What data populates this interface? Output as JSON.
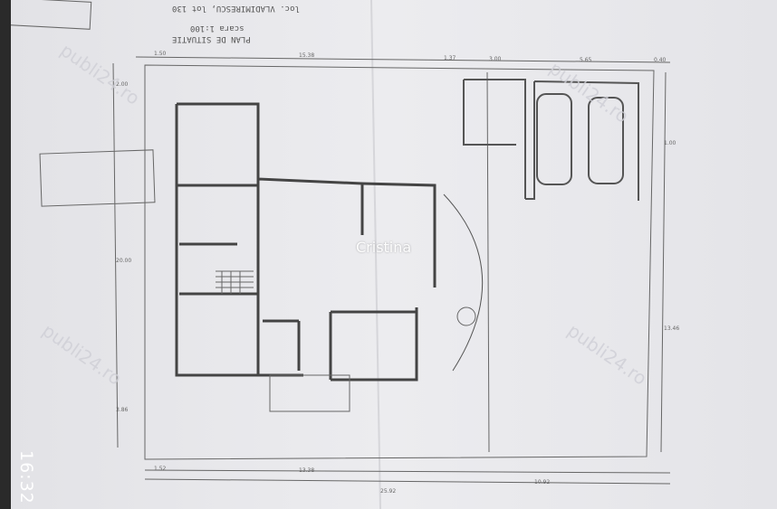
{
  "plan": {
    "title": "PLAN DE SITUATIE",
    "scale": "scara 1:100",
    "location": "loc. VLADIMIRESCU, lot 130",
    "watermark_name": "Cristina",
    "site_watermark": "publi24.ro"
  },
  "status_bar": {
    "time": "16:32"
  },
  "dimensions": {
    "top": [
      "1.50",
      "15.38",
      "1.37",
      "3.00",
      "5.65",
      "0.40"
    ],
    "bottom": [
      "1.52",
      "13.38",
      "25.92",
      "10.92"
    ],
    "left": [
      "2.00",
      "20.00",
      "3.86"
    ],
    "right": [
      "1.00",
      "13.46"
    ]
  }
}
